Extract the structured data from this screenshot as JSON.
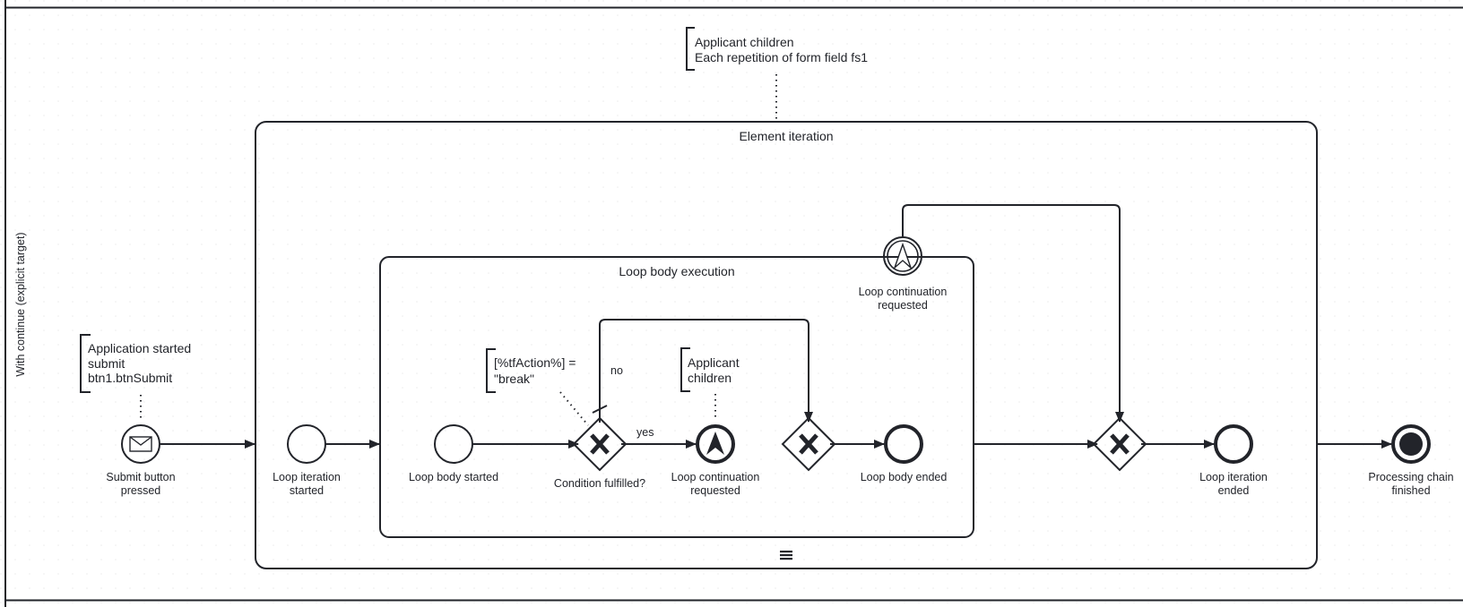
{
  "lane": {
    "label": "With continue (explicit target)"
  },
  "subprocesses": {
    "outer": {
      "label": "Element iteration",
      "marker": "parallel-multi-instance-icon"
    },
    "inner": {
      "label": "Loop body execution"
    }
  },
  "annotations": {
    "top": {
      "lines": [
        "Applicant children",
        "Each repetition of form field fs1"
      ]
    },
    "start": {
      "lines": [
        "Application started",
        "submit",
        "btn1.btnSubmit"
      ]
    },
    "condition": {
      "lines": [
        "[%tfAction%] =",
        "\"break\""
      ]
    },
    "escalation": {
      "lines": [
        "Applicant",
        "children"
      ]
    }
  },
  "events": {
    "start": {
      "type": "message-start",
      "icon": "envelope-icon",
      "lines": [
        "Submit button",
        "pressed"
      ]
    },
    "iteration_started": {
      "type": "start",
      "lines": [
        "Loop iteration",
        "started"
      ]
    },
    "body_started": {
      "type": "start",
      "lines": [
        "Loop body started"
      ]
    },
    "continuation_end": {
      "type": "escalation-end",
      "icon": "escalation-icon",
      "lines": [
        "Loop continuation",
        "requested"
      ]
    },
    "body_ended": {
      "type": "end",
      "lines": [
        "Loop body ended"
      ]
    },
    "boundary": {
      "type": "escalation-boundary",
      "icon": "escalation-icon",
      "lines": [
        "Loop continuation",
        "requested"
      ]
    },
    "iteration_ended": {
      "type": "end",
      "lines": [
        "Loop iteration",
        "ended"
      ]
    },
    "chain_finished": {
      "type": "terminate-end",
      "lines": [
        "Processing chain",
        "finished"
      ]
    }
  },
  "gateways": {
    "condition": {
      "type": "exclusive",
      "lines": [
        "Condition fulfilled?"
      ]
    },
    "merge_body": {
      "type": "exclusive"
    },
    "merge_iteration": {
      "type": "exclusive"
    }
  },
  "flow_labels": {
    "yes": "yes",
    "no": "no"
  },
  "colors": {
    "stroke": "#22242a",
    "background": "#ffffff",
    "grid_dot": "#e8e8e8"
  }
}
